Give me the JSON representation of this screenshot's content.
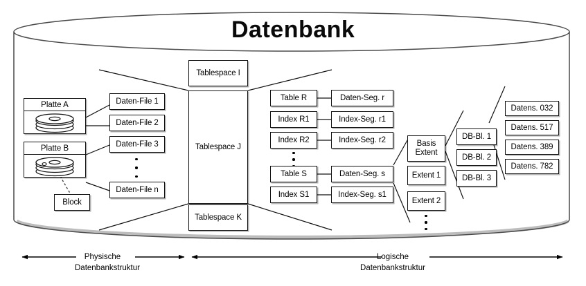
{
  "diagram": {
    "title": "Datenbank",
    "physical_column_heading": "Physische\nDatenbankstruktur",
    "logical_column_heading": "Logische\nDatenbankstruktur"
  },
  "disks": [
    {
      "label": "Platte A",
      "icon": "disk-stack-icon"
    },
    {
      "label": "Platte B",
      "icon": "disk-stack-icon"
    }
  ],
  "block": {
    "label": "Block"
  },
  "data_files": [
    {
      "label": "Daten-File 1"
    },
    {
      "label": "Daten-File 2"
    },
    {
      "label": "Daten-File 3"
    },
    {
      "label": "Daten-File n"
    }
  ],
  "tablespaces": [
    {
      "label": "Tablespace I"
    },
    {
      "label": "Tablespace J"
    },
    {
      "label": "Tablespace K"
    }
  ],
  "objects": [
    {
      "label": "Table R"
    },
    {
      "label": "Index R1"
    },
    {
      "label": "Index R2"
    },
    {
      "label": "Table S"
    },
    {
      "label": "Index S1"
    }
  ],
  "segments": [
    {
      "label": "Daten-Seg. r"
    },
    {
      "label": "Index-Seg. r1"
    },
    {
      "label": "Index-Seg. r2"
    },
    {
      "label": "Daten-Seg. s"
    },
    {
      "label": "Index-Seg. s1"
    }
  ],
  "extents": [
    {
      "label": "Basis\nExtent"
    },
    {
      "label": "Extent 1"
    },
    {
      "label": "Extent 2"
    }
  ],
  "db_blocks": [
    {
      "label": "DB-Bl. 1"
    },
    {
      "label": "DB-Bl. 2"
    },
    {
      "label": "DB-Bl. 3"
    }
  ],
  "data_records": [
    {
      "label": "Datens. 032"
    },
    {
      "label": "Datens. 517"
    },
    {
      "label": "Datens. 389"
    },
    {
      "label": "Datens. 782"
    }
  ],
  "colors": {
    "stroke": "#111111",
    "background": "#ffffff",
    "text": "#000000"
  }
}
